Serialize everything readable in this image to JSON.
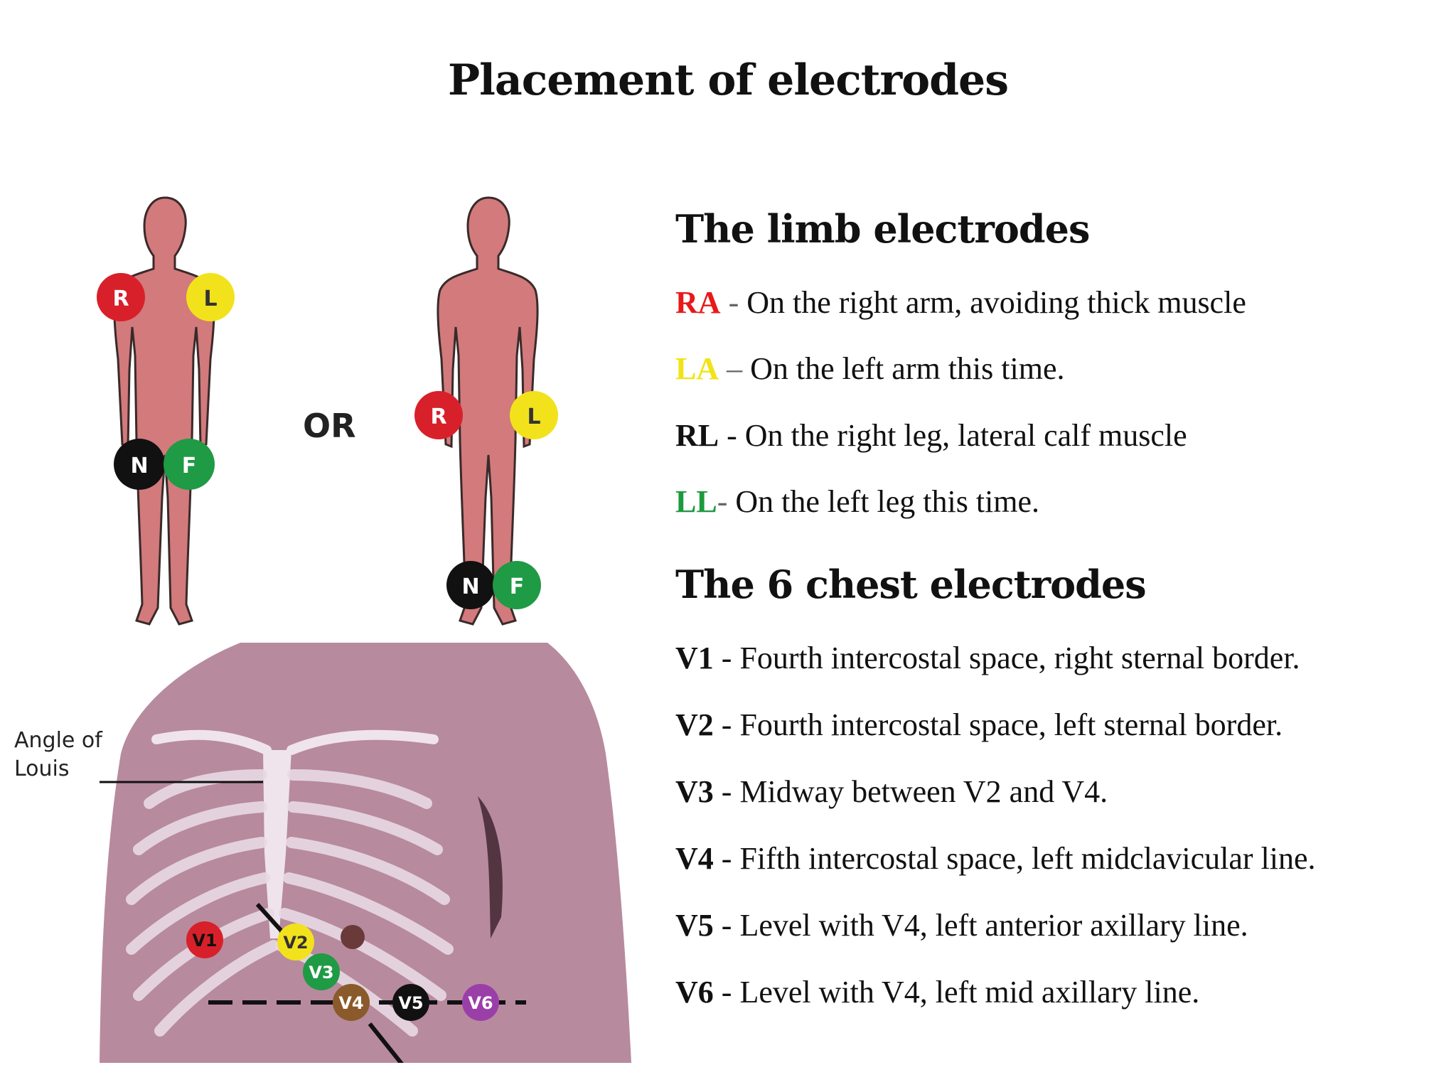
{
  "title": "Placement of electrodes",
  "figure": {
    "or_label": "OR",
    "angle_label_line1": "Angle of",
    "angle_label_line2": "Louis",
    "limb_markers": {
      "r": "R",
      "l": "L",
      "n": "N",
      "f": "F"
    },
    "chest_markers": [
      "V1",
      "V2",
      "V3",
      "V4",
      "V5",
      "V6"
    ],
    "colors": {
      "skin": "#d27a7c",
      "outline": "#3a2a2a",
      "chest_skin": "#b88a9e",
      "red": "#d8202a",
      "yellow": "#f2e21c",
      "black": "#111111",
      "green": "#1f9a45",
      "brown": "#8a5a2a",
      "purple": "#9b3fa8"
    }
  },
  "limb": {
    "heading": "The limb electrodes",
    "items": [
      {
        "code": "RA",
        "sep": " - ",
        "text": "On the right arm, avoiding thick muscle",
        "color": "#e81919"
      },
      {
        "code": "LA",
        "sep": " – ",
        "text": " On the left arm this time.",
        "color": "#f0e414"
      },
      {
        "code": "RL",
        "sep": " - ",
        "text": "On the right leg, lateral calf muscle",
        "color": "#111111"
      },
      {
        "code": "LL",
        "sep": "- ",
        "text": " On the left leg this time.",
        "color": "#1c9a3e"
      }
    ]
  },
  "chest": {
    "heading": "The 6 chest electrodes",
    "items": [
      {
        "code": "V1",
        "sep": " - ",
        "text": "Fourth intercostal space, right sternal border."
      },
      {
        "code": "V2",
        "sep": " - ",
        "text": "Fourth intercostal space, left sternal border."
      },
      {
        "code": "V3",
        "sep": " - ",
        "text": "Midway between V2 and V4."
      },
      {
        "code": "V4",
        "sep": " - ",
        "text": "Fifth intercostal space, left midclavicular line."
      },
      {
        "code": "V5",
        "sep": " - ",
        "text": "Level with V4, left anterior axillary line."
      },
      {
        "code": "V6",
        "sep": " - ",
        "text": "Level with V4, left mid axillary line."
      }
    ]
  }
}
